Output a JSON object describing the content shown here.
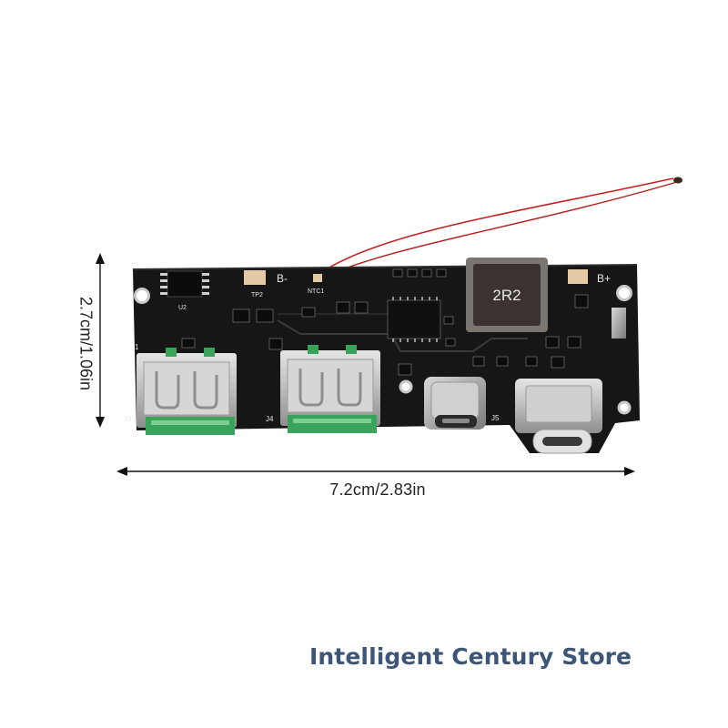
{
  "measurements": {
    "width_label": "7.2cm/2.83in",
    "height_label": "2.7cm/1.06in"
  },
  "watermark": {
    "store_name": "Intelligent Century Store"
  },
  "board": {
    "inductor_marking": "2R2",
    "silkscreen": {
      "b_minus": "B-",
      "b_plus": "B+",
      "j3": "J3",
      "j4": "J4",
      "j5": "J5",
      "pin1": "1",
      "u2": "U2",
      "tp2": "TP2",
      "ntc": "NTC1"
    },
    "colors": {
      "pcb": "#161616",
      "silver": "#c9c9c9",
      "usb_insert": "#3aa35a",
      "pad_gold": "#e3c9a4",
      "wire": "#c42222",
      "inductor": "#3a3330"
    }
  }
}
